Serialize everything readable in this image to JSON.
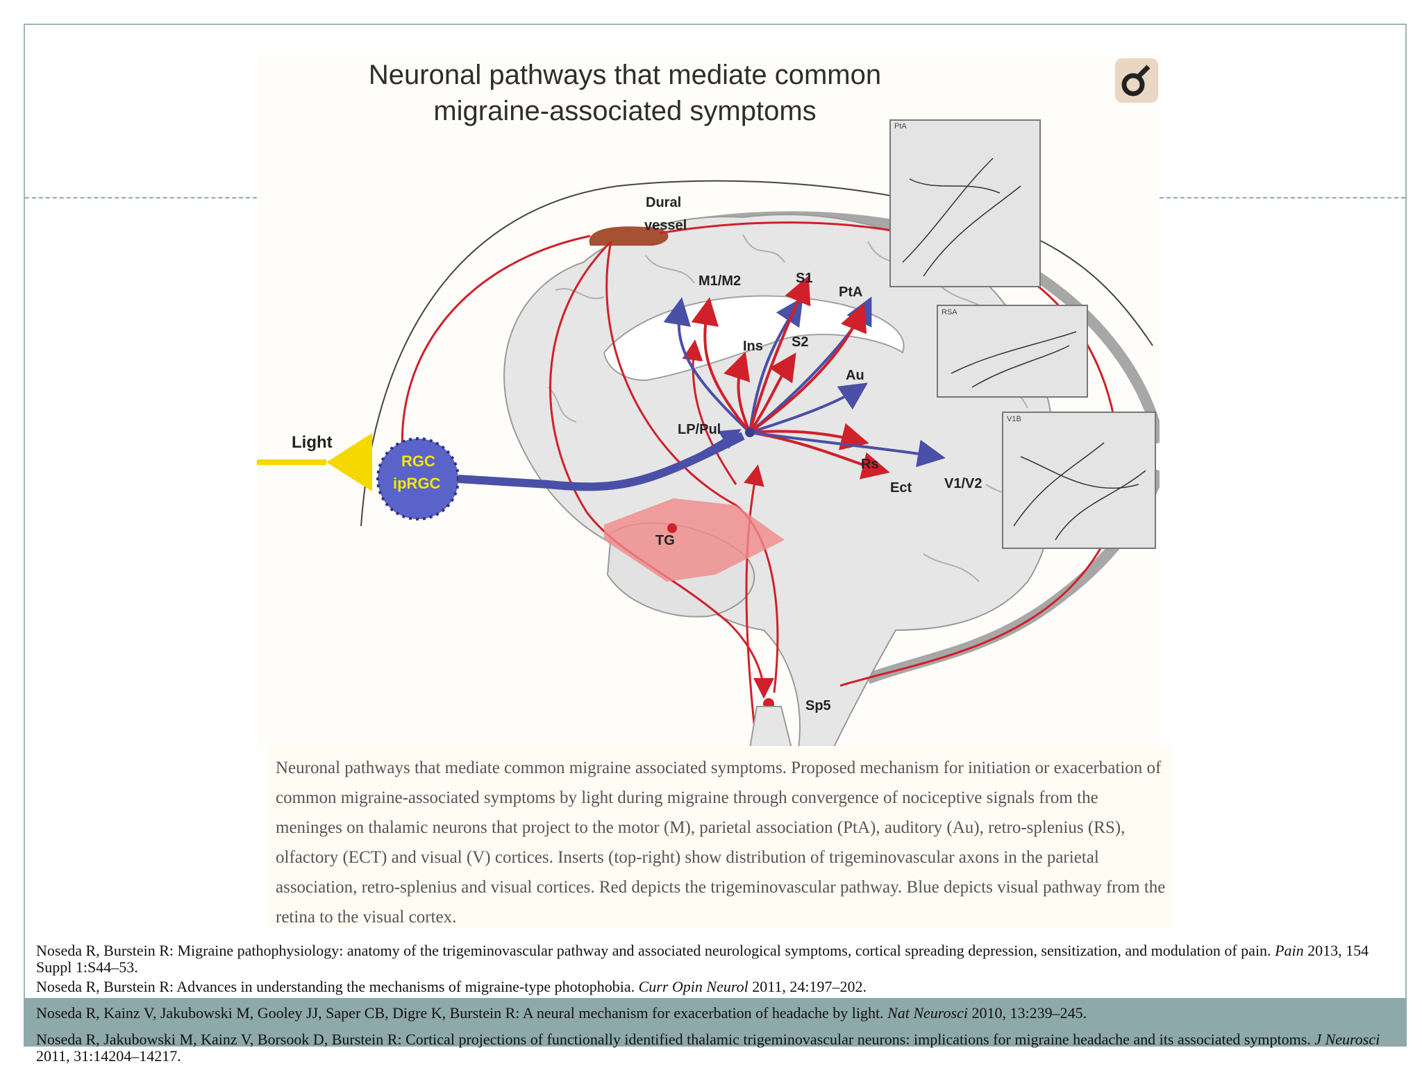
{
  "figure": {
    "title_line1": "Neuronal pathways that mediate common",
    "title_line2": "migraine-associated symptoms",
    "labels": {
      "light": "Light",
      "dural1": "Dural",
      "dural2": "vessel",
      "rgc": "RGC",
      "iprgc": "ipRGC",
      "m1m2": "M1/M2",
      "s1": "S1",
      "pta": "PtA",
      "ins": "Ins",
      "s2": "S2",
      "au": "Au",
      "lppul": "LP/Pul",
      "rs": "Rs",
      "ect": "Ect",
      "v1v2": "V1/V2",
      "tg": "TG",
      "sp5": "Sp5"
    },
    "insets": {
      "pta": "PtA",
      "rsa": "RSA",
      "v1b": "V1B"
    },
    "colors": {
      "trigeminovascular": "#d0202a",
      "visual": "#4a4fa8",
      "light": "#f5d800",
      "brain": "#e6e6e6"
    }
  },
  "caption": "Neuronal pathways that mediate common migraine associated symptoms. Proposed mechanism for initiation or exacerbation of common migraine-associated symptoms by light during migraine through convergence of nociceptive signals from the meninges on thalamic neurons that project to the motor (M), parietal association (PtA), auditory (Au), retro-splenius (RS), olfactory (ECT) and visual (V) cortices. Inserts (top-right) show distribution of trigeminovascular axons in the parietal association, retro-splenius and visual cortices. Red depicts the trigeminovascular pathway. Blue depicts visual pathway from the retina to the visual cortex.",
  "references": [
    {
      "text": "Noseda R, Burstein R: Migraine pathophysiology: anatomy of the trigeminovascular pathway and associated neurological symptoms, cortical spreading depression, sensitization, and modulation of pain. ",
      "journal": "Pain",
      "tail": " 2013, 154 Suppl 1:S44–53."
    },
    {
      "text": "Noseda R, Burstein R: Advances in understanding the mechanisms of migraine-type photophobia. ",
      "journal": "Curr Opin Neurol",
      "tail": " 2011, 24:197–202."
    },
    {
      "text": "Noseda R, Kainz V, Jakubowski M, Gooley JJ, Saper CB, Digre K, Burstein R: A neural mechanism for exacerbation of headache by light. ",
      "journal": "Nat Neurosci",
      "tail": " 2010, 13:239–245."
    },
    {
      "text": "Noseda R, Jakubowski M, Kainz V, Borsook D, Burstein R: Cortical projections of functionally identified thalamic trigeminovascular neurons: implications for migraine headache and its associated symptoms. ",
      "journal": "J Neurosci",
      "tail": " 2011, 31:14204–14217."
    }
  ]
}
